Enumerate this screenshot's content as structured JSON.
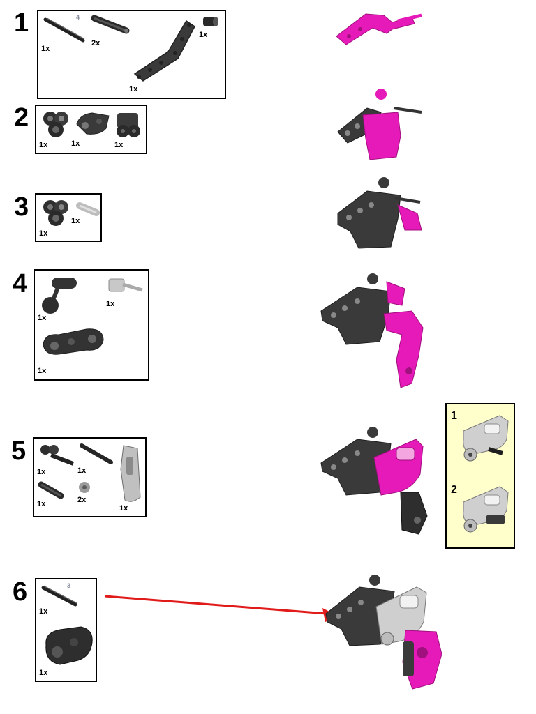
{
  "colors": {
    "highlight": "#e61ab8",
    "part_dark": "#3a3a3a",
    "part_grey": "#bdbdbd",
    "arrow": "#e11a1a",
    "callout_bg": "#ffffcc"
  },
  "steps": [
    {
      "number": "1",
      "parts": [
        {
          "qty": "1x",
          "icon": "axle-icon",
          "length": "4"
        },
        {
          "qty": "2x",
          "icon": "axle-pin-icon"
        },
        {
          "qty": "1x",
          "icon": "bent-beam-icon"
        },
        {
          "qty": "1x",
          "icon": "bush-icon"
        }
      ]
    },
    {
      "number": "2",
      "parts": [
        {
          "qty": "1x",
          "icon": "cross-connector-icon"
        },
        {
          "qty": "1x",
          "icon": "beam-connector-icon"
        },
        {
          "qty": "1x",
          "icon": "double-connector-icon"
        }
      ]
    },
    {
      "number": "3",
      "parts": [
        {
          "qty": "1x",
          "icon": "cross-connector-icon"
        },
        {
          "qty": "1x",
          "icon": "grey-pin-icon"
        }
      ]
    },
    {
      "number": "4",
      "parts": [
        {
          "qty": "1x",
          "icon": "ball-joint-icon"
        },
        {
          "qty": "1x",
          "icon": "pin-connector-icon"
        },
        {
          "qty": "1x",
          "icon": "link-beam-icon"
        }
      ]
    },
    {
      "number": "5",
      "parts": [
        {
          "qty": "1x",
          "icon": "axle-connector-icon"
        },
        {
          "qty": "1x",
          "icon": "short-axle-icon"
        },
        {
          "qty": "1x",
          "icon": "panel-icon"
        },
        {
          "qty": "1x",
          "icon": "long-pin-icon"
        },
        {
          "qty": "2x",
          "icon": "bush-icon"
        }
      ],
      "callout": {
        "sub_steps": [
          "1",
          "2"
        ]
      }
    },
    {
      "number": "6",
      "parts": [
        {
          "qty": "1x",
          "icon": "axle-icon",
          "length": "3"
        },
        {
          "qty": "1x",
          "icon": "claw-icon"
        }
      ]
    }
  ]
}
